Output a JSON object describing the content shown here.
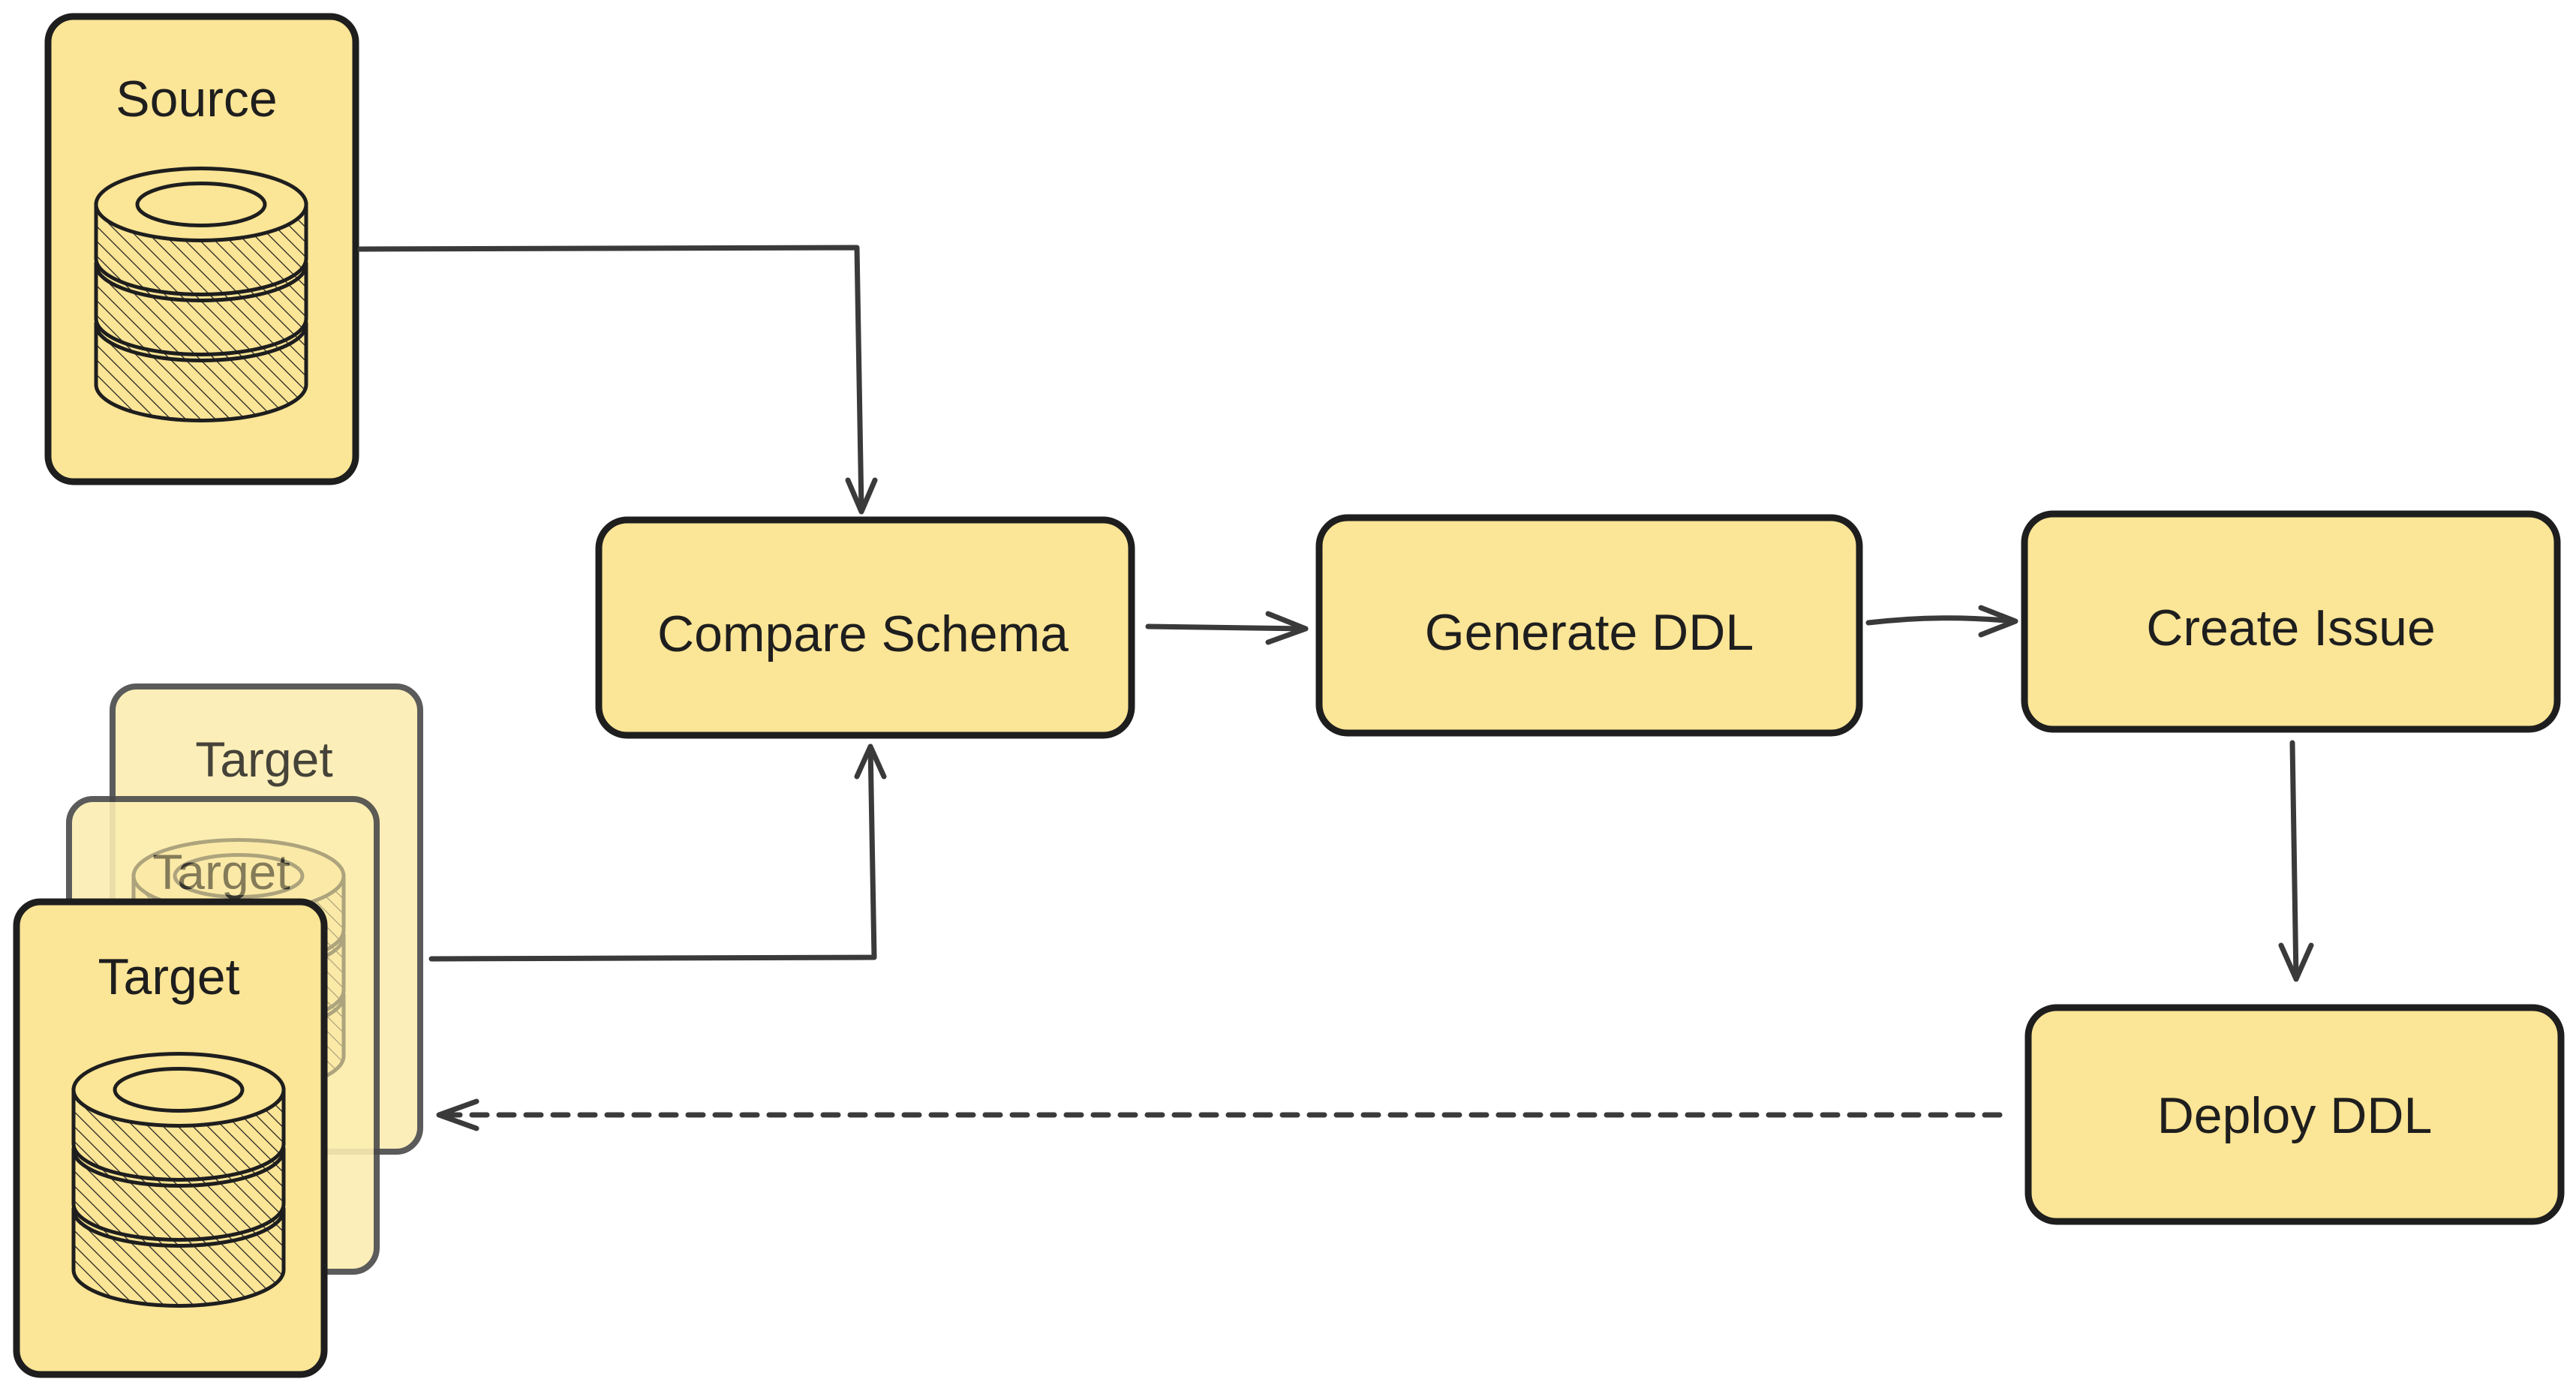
{
  "nodes": {
    "source": {
      "label": "Source"
    },
    "target_back": {
      "label": "Target"
    },
    "target_mid": {
      "label": "Target"
    },
    "target_front": {
      "label": "Target"
    },
    "compare_schema": {
      "label": "Compare Schema"
    },
    "generate_ddl": {
      "label": "Generate DDL"
    },
    "create_issue": {
      "label": "Create Issue"
    },
    "deploy_ddl": {
      "label": "Deploy DDL"
    }
  },
  "icons": {
    "database": "database-icon"
  },
  "edges": [
    {
      "from": "source",
      "to": "compare_schema",
      "style": "solid"
    },
    {
      "from": "target",
      "to": "compare_schema",
      "style": "solid"
    },
    {
      "from": "compare_schema",
      "to": "generate_ddl",
      "style": "solid"
    },
    {
      "from": "generate_ddl",
      "to": "create_issue",
      "style": "solid"
    },
    {
      "from": "create_issue",
      "to": "deploy_ddl",
      "style": "solid"
    },
    {
      "from": "deploy_ddl",
      "to": "target",
      "style": "dashed"
    }
  ],
  "colors": {
    "node_fill": "#fbe596",
    "node_stroke": "#1e1e1e",
    "arrow": "#3a3a3a",
    "background": "#ffffff"
  }
}
